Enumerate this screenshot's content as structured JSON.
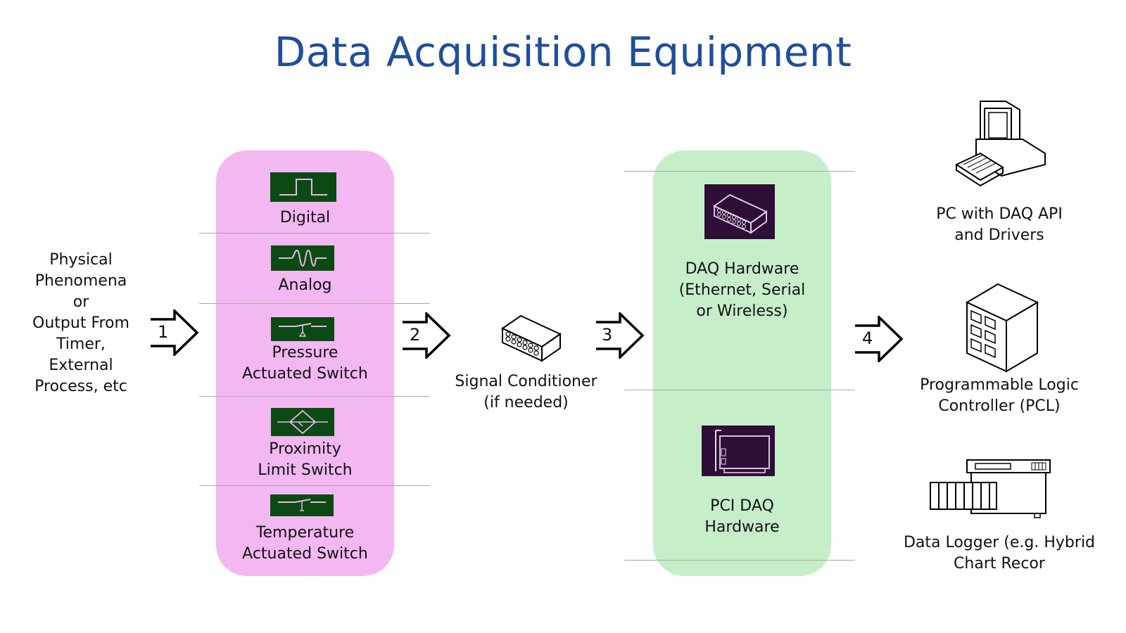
{
  "title": "Data Acquisition Equipment",
  "source_label": "Physical\nPhenomena\nor\nOutput From\nTimer,\nExternal\nProcess, etc",
  "arrows": [
    "1",
    "2",
    "3",
    "4"
  ],
  "signal_types": [
    {
      "label": "Digital",
      "icon": "digital-pulse-icon"
    },
    {
      "label": "Analog",
      "icon": "analog-wave-icon"
    },
    {
      "label": "Pressure\nActuated Switch",
      "icon": "pressure-switch-icon"
    },
    {
      "label": "Proximity\nLimit Switch",
      "icon": "proximity-switch-icon"
    },
    {
      "label": "Temperature\nActuated Switch",
      "icon": "temperature-switch-icon"
    }
  ],
  "conditioner_label": "Signal Conditioner\n(if needed)",
  "daq_hardware": [
    {
      "label": "DAQ Hardware\n(Ethernet, Serial\nor Wireless)",
      "icon": "daq-module-icon"
    },
    {
      "label": "PCI DAQ\nHardware",
      "icon": "pci-card-icon"
    }
  ],
  "outputs": [
    {
      "label": "PC with DAQ API\nand Drivers",
      "icon": "computer-icon"
    },
    {
      "label": "Programmable Logic\nController (PCL)",
      "icon": "plc-icon"
    },
    {
      "label": "Data Logger (e.g. Hybrid\nChart Recor",
      "icon": "data-logger-icon"
    }
  ],
  "colors": {
    "title": "#1f4e9c",
    "pink_panel": "#f3b7f2",
    "green_panel": "#c6efc9",
    "signal_icon_bg": "#0b4a12",
    "daq_icon_bg": "#2e0e36"
  }
}
